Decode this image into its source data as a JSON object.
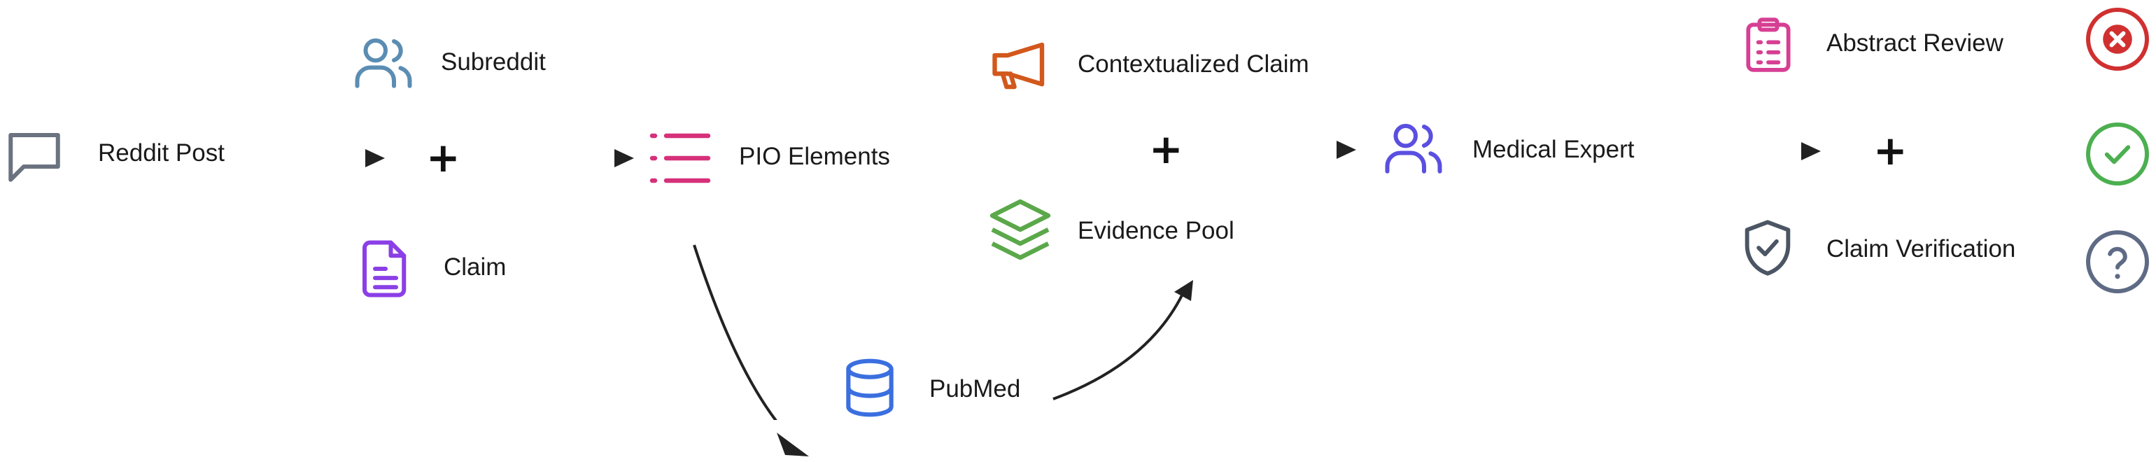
{
  "nodes": {
    "reddit_post": "Reddit Post",
    "subreddit": "Subreddit",
    "claim": "Claim",
    "pio_elements": "PIO Elements",
    "pubmed": "PubMed",
    "contextualized_claim": "Contextualized Claim",
    "evidence_pool": "Evidence Pool",
    "medical_expert": "Medical Expert",
    "abstract_review": "Abstract Review",
    "claim_verification": "Claim Verification"
  },
  "operators": {
    "combine": "+"
  },
  "colors": {
    "reddit_post_icon": "#6b7280",
    "subreddit_icon": "#5b8db3",
    "claim_icon": "#8b3fe6",
    "pio_icon": "#d6307a",
    "pubmed_icon": "#3b6fe0",
    "contextualized_icon": "#d2581c",
    "evidence_icon": "#5aa84a",
    "medical_expert_icon": "#5a4fe0",
    "abstract_review_icon": "#d63f93",
    "claim_verification_icon": "#4b5563",
    "reject_icon": "#d03030",
    "accept_icon": "#4caf50",
    "unsure_icon": "#5f6b85",
    "arrow": "#222222"
  },
  "icons": {
    "reddit_post": "chat-bubble-icon",
    "subreddit": "users-icon",
    "claim": "document-icon",
    "pio_elements": "list-icon",
    "pubmed": "database-icon",
    "contextualized_claim": "megaphone-icon",
    "evidence_pool": "layers-icon",
    "medical_expert": "users-icon",
    "abstract_review": "clipboard-icon",
    "claim_verification": "shield-check-icon",
    "outcomes": [
      "x-circle-icon",
      "check-circle-icon",
      "question-circle-icon"
    ]
  }
}
